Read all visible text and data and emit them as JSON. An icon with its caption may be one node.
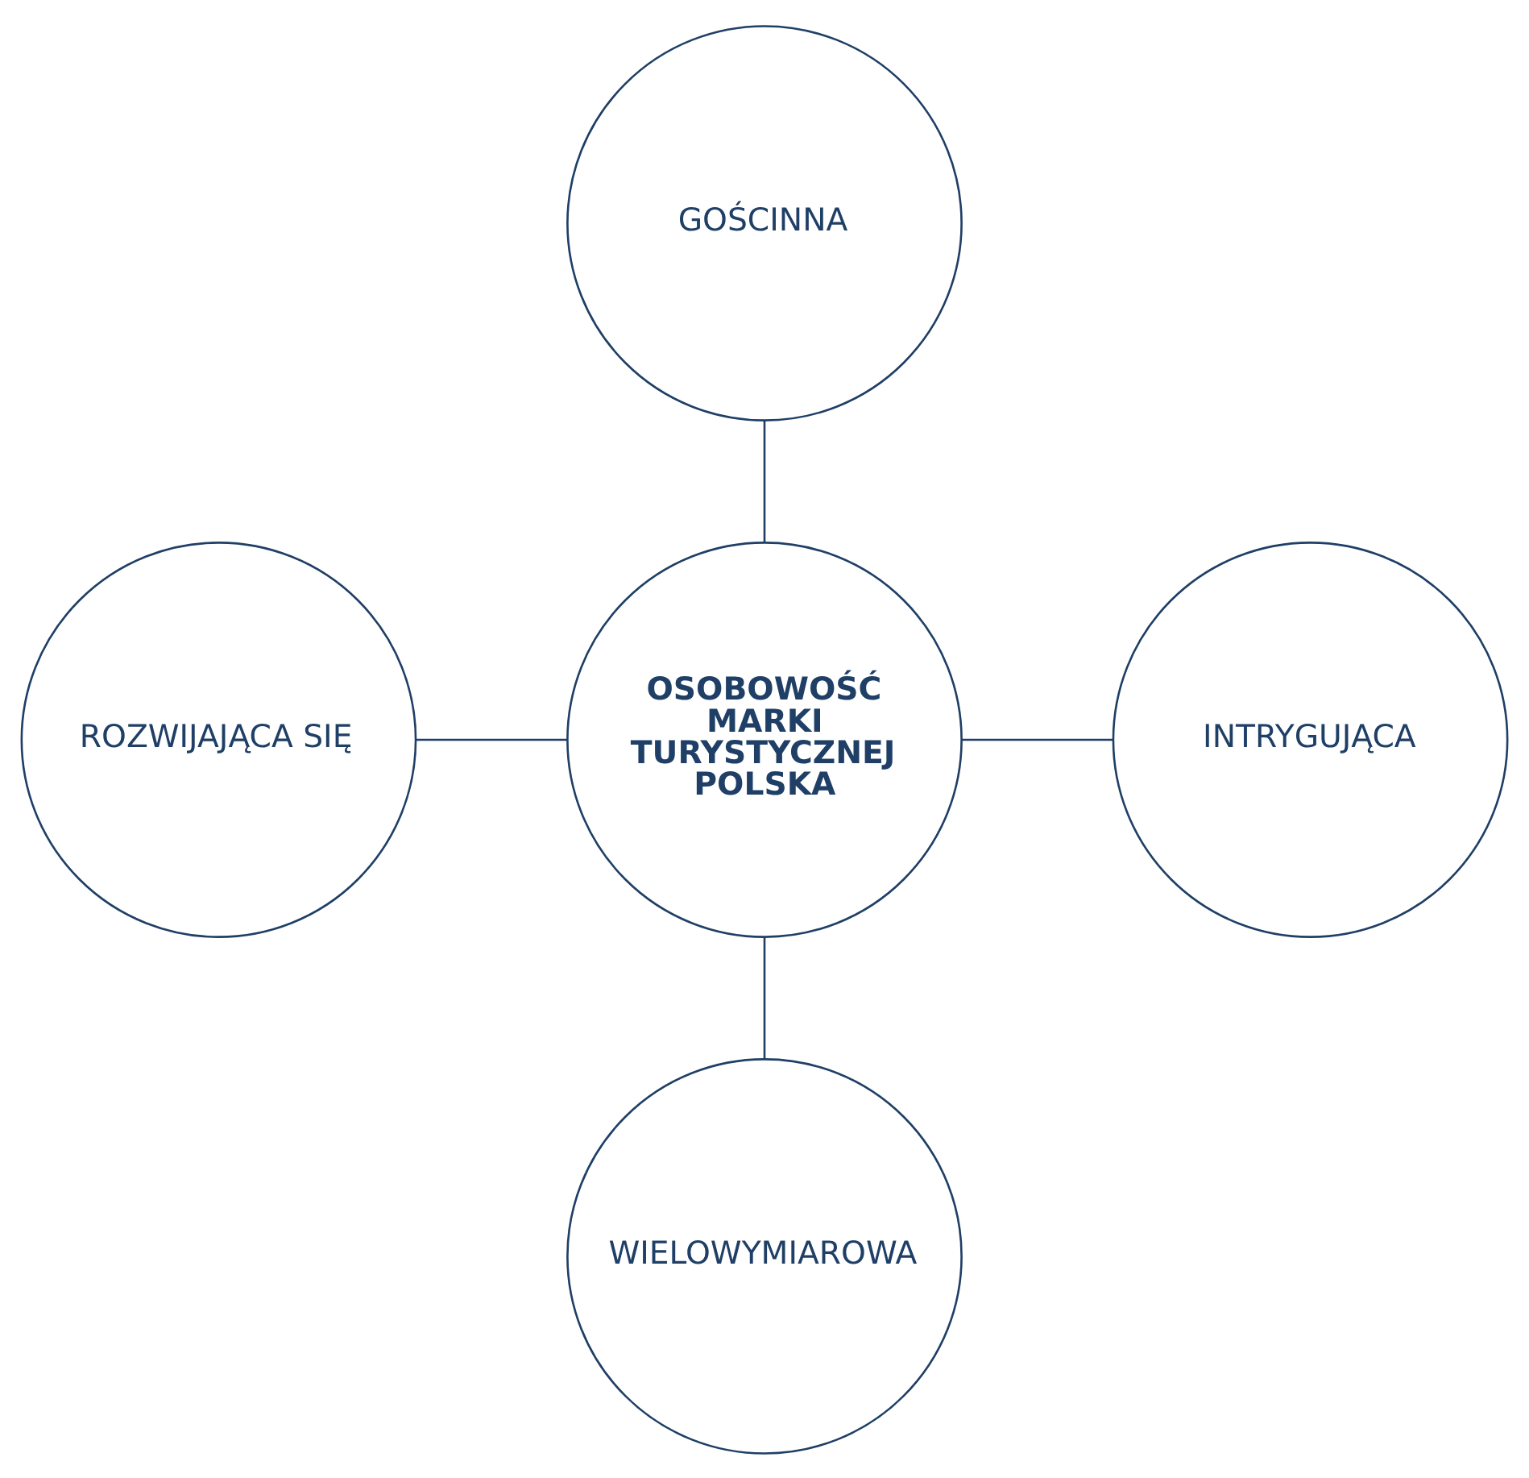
{
  "diagram": {
    "nodes": [
      {
        "text": [
          "GOŚCINNA"
        ]
      },
      {
        "text": [
          "ROZWIJAJĄCA SIĘ"
        ]
      },
      {
        "text": [
          "OSOBOWOŚĆ MARKI TURYSTYCZNEJ POLSKA"
        ]
      },
      {
        "text": [
          "INTRYGUJĄCA"
        ]
      },
      {
        "text": [
          "WIELOWYMIAROWA"
        ]
      }
    ],
    "edges": [
      {
        "from": 0,
        "to": 2,
        "arrow": "none"
      },
      {
        "from": 1,
        "to": 2,
        "arrow": "none"
      },
      {
        "from": 2,
        "to": 3,
        "arrow": "none"
      },
      {
        "from": 2,
        "to": 4,
        "arrow": "none"
      }
    ]
  }
}
